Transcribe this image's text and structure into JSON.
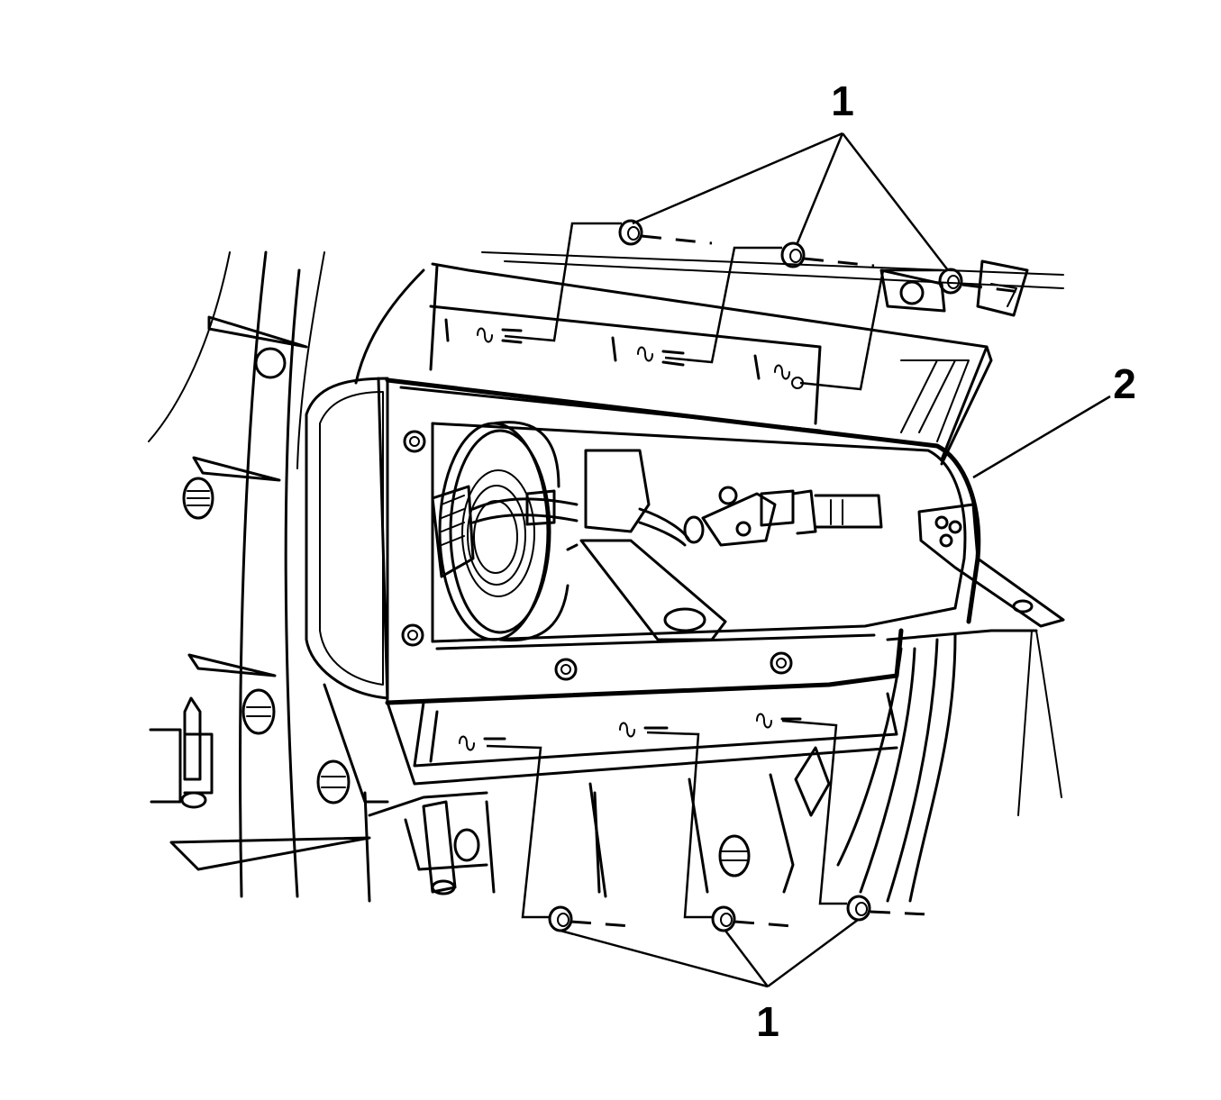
{
  "callouts": {
    "top_fasteners": "1",
    "module": "2",
    "bottom_fasteners": "1"
  }
}
